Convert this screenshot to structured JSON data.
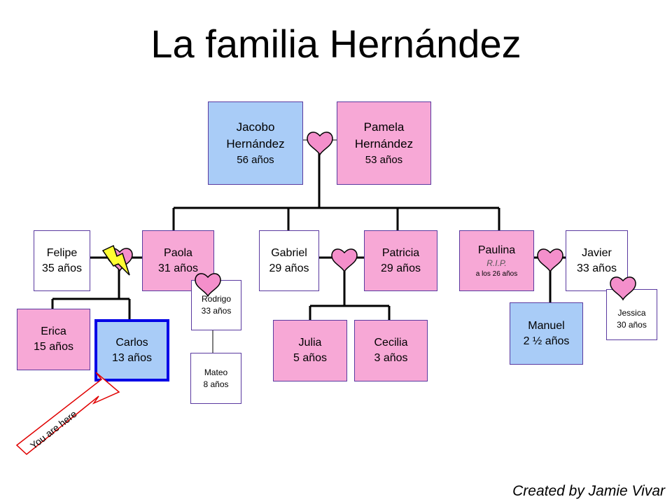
{
  "title": "La familia Hernández",
  "people": {
    "jacobo": {
      "name1": "Jacobo",
      "name2": "Hernández",
      "age": "56 años"
    },
    "pamela": {
      "name1": "Pamela",
      "name2": "Hernández",
      "age": "53 años"
    },
    "felipe": {
      "name": "Felipe",
      "age": "35 años"
    },
    "paola": {
      "name": "Paola",
      "age": "31 años"
    },
    "gabriel": {
      "name": "Gabriel",
      "age": "29 años"
    },
    "patricia": {
      "name": "Patricia",
      "age": "29 años"
    },
    "paulina": {
      "name": "Paulina",
      "status": "R.I.P.",
      "note": "a los 26 años"
    },
    "javier": {
      "name": "Javier",
      "age": "33 años"
    },
    "erica": {
      "name": "Erica",
      "age": "15 años"
    },
    "carlos": {
      "name": "Carlos",
      "age": "13 años"
    },
    "rodrigo": {
      "name": "Rodrigo",
      "age": "33 años"
    },
    "mateo": {
      "name": "Mateo",
      "age": "8 años"
    },
    "julia": {
      "name": "Julia",
      "age": "5 años"
    },
    "cecilia": {
      "name": "Cecilia",
      "age": "3 años"
    },
    "manuel": {
      "name": "Manuel",
      "age": "2 ½ años"
    },
    "jessica": {
      "name": "Jessica",
      "age": "30 años"
    }
  },
  "pointer_label": "You are here",
  "credit": "Created by Jamie Vivar",
  "colors": {
    "blue": "#a9ccf7",
    "pink": "#f7a8d6",
    "heart": "#f48fcb",
    "bolt": "#ffff33",
    "selected_border": "#0000e6"
  }
}
